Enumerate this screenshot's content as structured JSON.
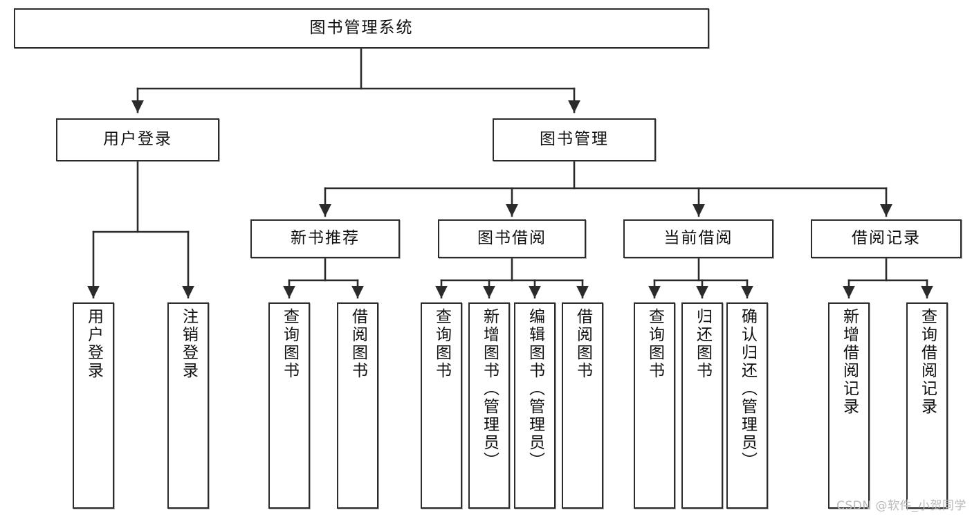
{
  "diagram": {
    "type": "tree",
    "title": "图书管理系统",
    "watermark": "CSDN @软件_小贺同学",
    "colors": {
      "stroke": "#2b2b2b",
      "fill": "#ffffff",
      "text": "#111111",
      "watermark": "#b9b9b9"
    },
    "nodes": {
      "root": {
        "label": "图书管理系统"
      },
      "level1": [
        {
          "label": "用户登录"
        },
        {
          "label": "图书管理"
        }
      ],
      "level2": [
        {
          "label": "新书推荐"
        },
        {
          "label": "图书借阅"
        },
        {
          "label": "当前借阅"
        },
        {
          "label": "借阅记录"
        }
      ],
      "leaves_user_login": [
        {
          "label": "用户登录"
        },
        {
          "label": "注销登录"
        }
      ],
      "leaves_new_book": [
        {
          "label": "查询图书"
        },
        {
          "label": "借阅图书"
        }
      ],
      "leaves_borrow": [
        {
          "label": "查询图书"
        },
        {
          "label": "新增图书（管理员）"
        },
        {
          "label": "编辑图书（管理员）"
        },
        {
          "label": "借阅图书"
        }
      ],
      "leaves_current": [
        {
          "label": "查询图书"
        },
        {
          "label": "归还图书"
        },
        {
          "label": "确认归还（管理员）"
        }
      ],
      "leaves_record": [
        {
          "label": "新增借阅记录"
        },
        {
          "label": "查询借阅记录"
        }
      ]
    }
  }
}
